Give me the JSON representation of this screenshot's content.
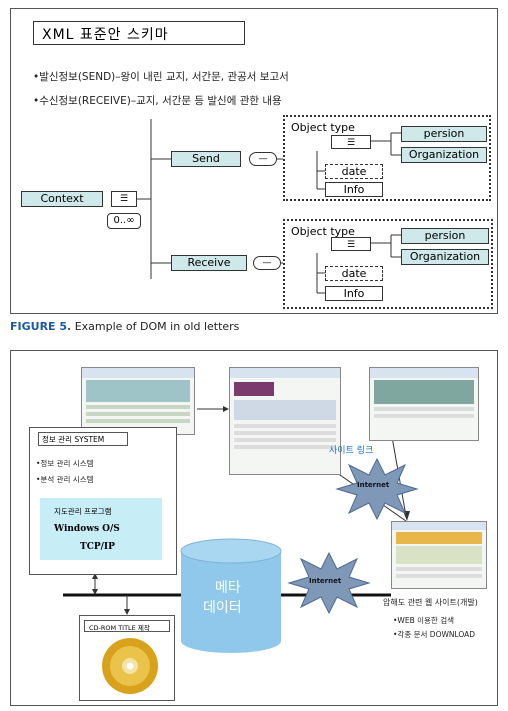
{
  "figure5": {
    "title": "XML 표준안 스키마",
    "bullet1": "•발신정보(SEND)–왕이 내린 교지, 서간문, 관공서 보고서",
    "bullet2": "•수신정보(RECEIVE)–교지, 서간문 등 발신에 관한 내용",
    "context_label": "Context",
    "cardinality": "0..∞",
    "send_label": "Send",
    "receive_label": "Receive",
    "object_type_1": "Object type",
    "persion_1": "persion",
    "organization_1": "Organization",
    "date_1": "date",
    "info_1": "Info",
    "object_type_2": "Object type",
    "persion_2": "persion",
    "organization_2": "Organization",
    "date_2": "date",
    "info_2": "Info",
    "caption_label": "FIGURE 5.",
    "caption_text": " Example of DOM in old letters"
  },
  "figure6": {
    "system_title": "정보 관리 SYSTEM",
    "item1": "•정보 관리 시스템",
    "item2": "•분석 관리 시스템",
    "prog_line1": "지도관리 프로그램",
    "prog_line2": "Windows  O/S",
    "prog_line3": "TCP/IP",
    "site_link": "사이트 링크",
    "internet_1": "Internet",
    "internet_2": "Internet",
    "meta_line1": "메타",
    "meta_line2": "데이터",
    "web_title": "압해도 관련 웹 사이트(개발)",
    "web_item1": "•WEB 이용한 검색",
    "web_item2": "•각종 문서 DOWNLOAD",
    "cdrom_title": "CD-ROM TITLE 제작"
  }
}
